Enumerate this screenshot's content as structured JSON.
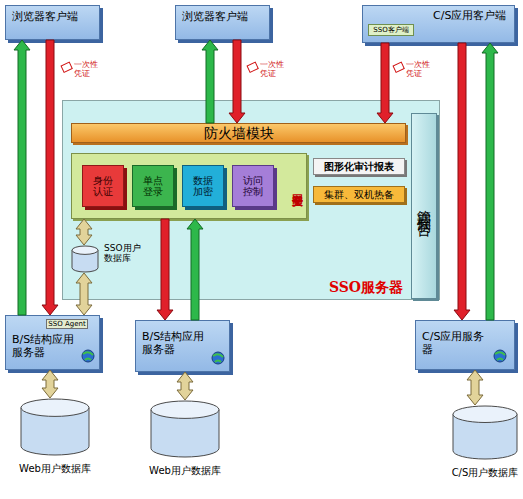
{
  "diagram": {
    "nodes": [
      {
        "text": [
          "浏览器客户端"
        ]
      },
      {
        "text": [
          "浏览器客户端"
        ]
      },
      {
        "text": [
          "C/S应用客户端"
        ]
      },
      {
        "text": [
          "SSO客户端"
        ],
        "in": 2
      },
      {
        "text": [
          "SSO服务器"
        ]
      },
      {
        "text": [
          "防火墙模块"
        ],
        "in": 4
      },
      {
        "text": [
          "管理控制台"
        ],
        "in": 4
      },
      {
        "text": [
          "安全网关"
        ],
        "in": 4
      },
      {
        "text": [
          "身份认证"
        ],
        "in": 7
      },
      {
        "text": [
          "单点登录"
        ],
        "in": 7
      },
      {
        "text": [
          "数据加密"
        ],
        "in": 7
      },
      {
        "text": [
          "访问控制"
        ],
        "in": 7
      },
      {
        "text": [
          "图形化审计报表"
        ],
        "in": 4
      },
      {
        "text": [
          "集群、双机热备"
        ],
        "in": 4
      },
      {
        "text": [
          "SSO用户数据库"
        ],
        "in": 4
      },
      {
        "text": [
          "B/S结构应用服务器"
        ]
      },
      {
        "text": [
          "SSO Agent"
        ],
        "in": 15
      },
      {
        "text": [
          "B/S结构应用服务器"
        ]
      },
      {
        "text": [
          "C/S应用服务器"
        ]
      },
      {
        "text": [
          "Web用户数据库"
        ]
      },
      {
        "text": [
          "Web用户数据库"
        ]
      },
      {
        "text": [
          "C/S用户数据库"
        ]
      }
    ],
    "edges": [
      {
        "from": 0,
        "to": 15,
        "arrow": "to"
      },
      {
        "from": 15,
        "to": 0,
        "arrow": "to"
      },
      {
        "from": 1,
        "to": 5,
        "arrow": "to"
      },
      {
        "from": 5,
        "to": 1,
        "arrow": "to"
      },
      {
        "from": 2,
        "to": 5,
        "arrow": "to"
      },
      {
        "from": 2,
        "to": 18,
        "arrow": "to"
      },
      {
        "from": 18,
        "to": 2,
        "arrow": "to"
      },
      {
        "from": 7,
        "to": 17,
        "arrow": "to"
      },
      {
        "from": 17,
        "to": 7,
        "arrow": "to"
      },
      {
        "from": 7,
        "to": 14,
        "arrow": "both"
      },
      {
        "from": 14,
        "to": 15,
        "arrow": "both"
      },
      {
        "from": 15,
        "to": 19,
        "arrow": "both"
      },
      {
        "from": 17,
        "to": 20,
        "arrow": "both"
      },
      {
        "from": 18,
        "to": 21,
        "arrow": "both"
      }
    ],
    "labels": [
      "一次性凭证",
      "一次性凭证",
      "一次性凭证"
    ]
  }
}
